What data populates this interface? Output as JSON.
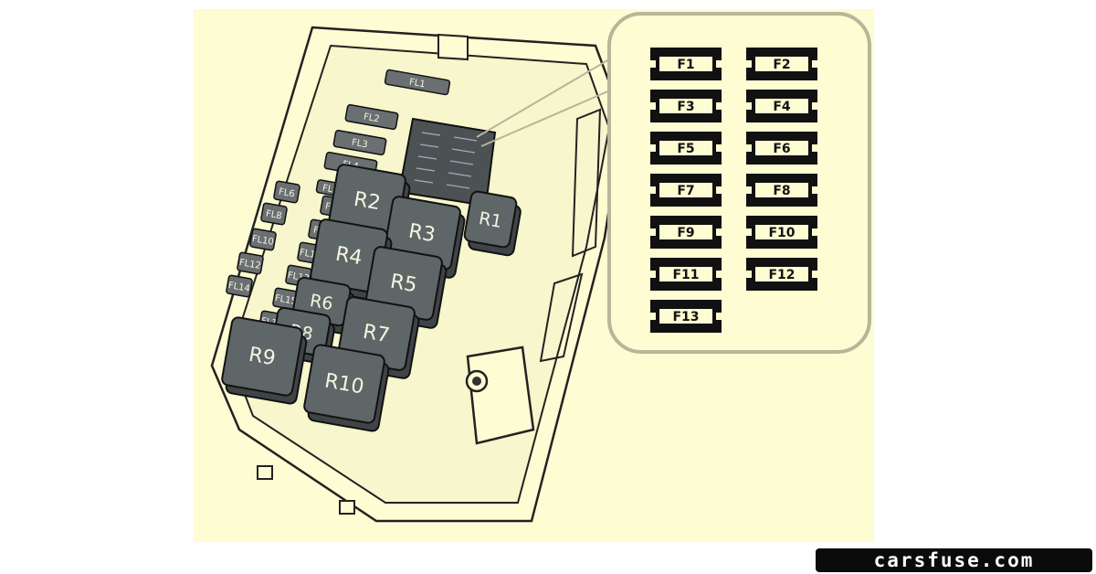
{
  "relays": [
    "R1",
    "R2",
    "R3",
    "R4",
    "R5",
    "R6",
    "R7",
    "R8",
    "R9",
    "R10"
  ],
  "fusible_links": [
    "FL1",
    "FL2",
    "FL3",
    "FL4",
    "FL5",
    "FL6",
    "FL7",
    "FL8",
    "FL9",
    "FL10",
    "FL11",
    "FL12",
    "FL13",
    "FL14",
    "FL15",
    "FL16"
  ],
  "fuses": [
    "F1",
    "F2",
    "F3",
    "F4",
    "F5",
    "F6",
    "F7",
    "F8",
    "F9",
    "F10",
    "F11",
    "F12",
    "F13"
  ],
  "watermark": "carsfuse.com",
  "colors": {
    "background": "#fdfcd2",
    "relay": "#5f6668",
    "outline": "#1a1a1a",
    "callout_border": "#b7b59a"
  }
}
